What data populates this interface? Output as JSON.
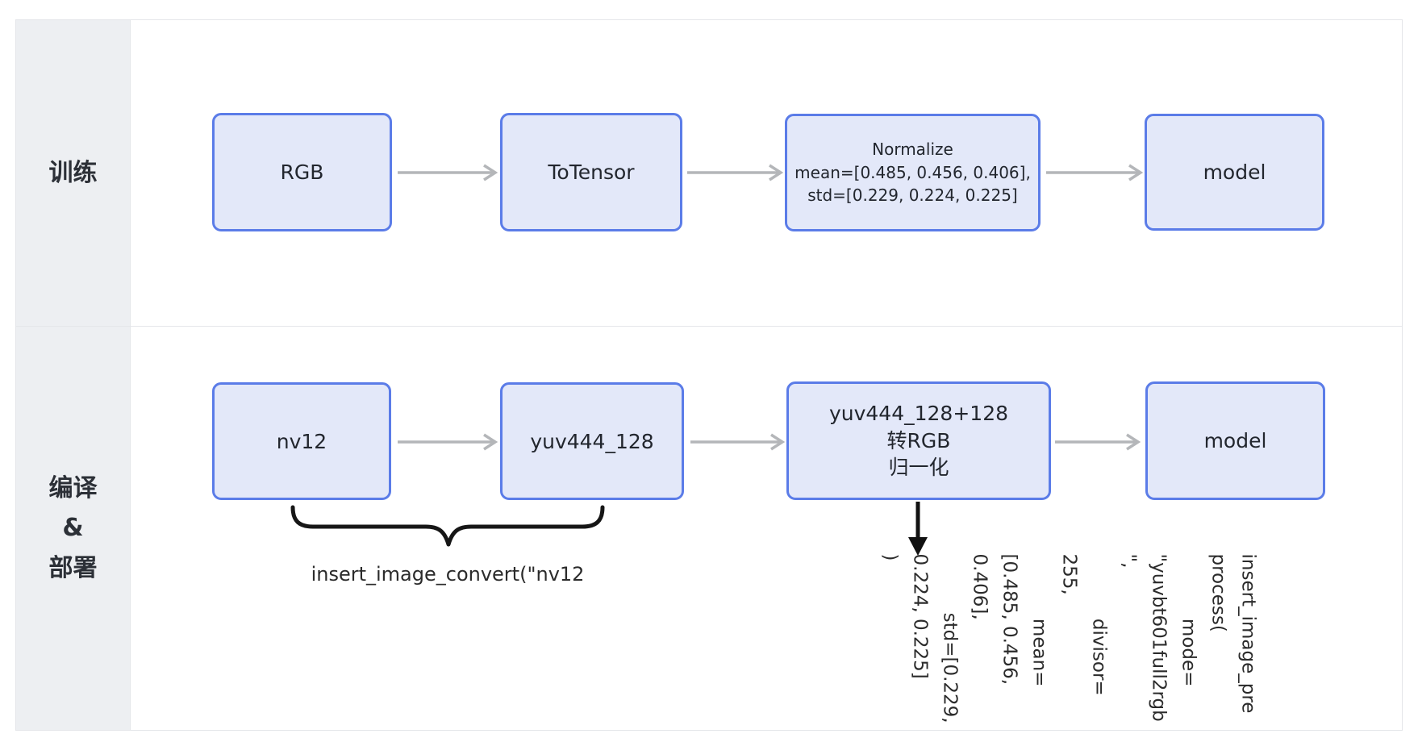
{
  "rows": [
    {
      "label": "训练",
      "boxes": [
        {
          "label": "RGB"
        },
        {
          "label": "ToTensor"
        },
        {
          "label": "Normalize\nmean=[0.485, 0.456, 0.406],\nstd=[0.229, 0.224, 0.225]"
        },
        {
          "label": "model"
        }
      ]
    },
    {
      "label": "编译\n&\n部署",
      "boxes": [
        {
          "label": "nv12"
        },
        {
          "label": "yuv444_128"
        },
        {
          "label": "yuv444_128+128\n转RGB\n归一化"
        },
        {
          "label": "model"
        }
      ]
    }
  ],
  "annotations": {
    "brace_label": "insert_image_convert(\"nv12",
    "rotated_code": "insert_image_pre\nprocess(\n           mode=\n\"yuvbt601full2rgb\n\",\n           divisor=\n255,\n           mean=\n[0.485, 0.456,\n0.406],\n          std=[0.229,\n0.224, 0.225]\n)"
  },
  "colors": {
    "node_fill": "#e3e8f9",
    "node_border": "#5b7ce8",
    "header_bg": "#edeff2",
    "table_border": "#e4e6e9",
    "arrow_gray": "#b4b6b9",
    "annotation_black": "#1c1c1c"
  }
}
